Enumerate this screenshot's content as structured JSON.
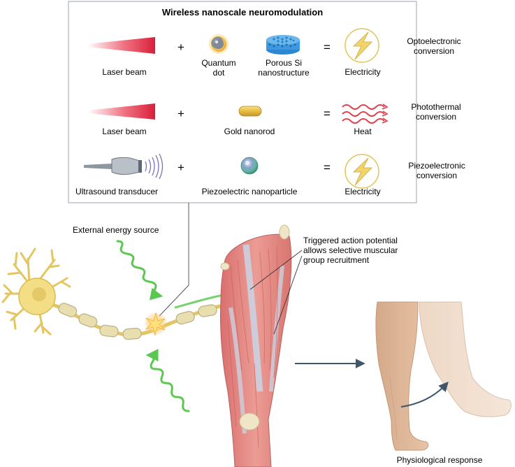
{
  "panel": {
    "title": "Wireless nanoscale neuromodulation",
    "operators": {
      "plus": "+",
      "equals": "="
    },
    "rows": [
      {
        "source": "Laser beam",
        "nano_a": [
          "Quantum",
          "dot"
        ],
        "nano_b": [
          "Porous Si",
          "nanostructure"
        ],
        "output": "Electricity",
        "conversion": [
          "Optoelectronic",
          "conversion"
        ]
      },
      {
        "source": "Laser beam",
        "nano_a": [
          "Gold nanorod"
        ],
        "output": "Heat",
        "conversion": [
          "Photothermal",
          "conversion"
        ]
      },
      {
        "source": "Ultrasound transducer",
        "nano_a": [
          "Piezoelectric nanoparticle"
        ],
        "output": "Electricity",
        "conversion": [
          "Piezoelectronic",
          "conversion"
        ]
      }
    ]
  },
  "labels": {
    "external_energy": "External energy source",
    "triggered": [
      "Triggered action potential",
      "allows selective muscular",
      "group recruitment"
    ],
    "physiological": "Physiological response"
  },
  "colors": {
    "laser": "#e8334a",
    "bolt": "#f2d46a",
    "heat_wave": "#e0414b",
    "wave_green": "#49c23e",
    "neuron": "#f3de86",
    "myelin": "#e9dfae",
    "muscle": "#e8908a",
    "skin": "#e2bca0",
    "panel_border": "#a9b3bc",
    "arrow": "#3f566b"
  },
  "icons": [
    "laser-beam-icon",
    "quantum-dot-icon",
    "porous-si-icon",
    "lightning-bolt-icon",
    "gold-nanorod-icon",
    "heat-wave-icon",
    "ultrasound-transducer-icon",
    "piezo-nanoparticle-icon",
    "neuron-icon",
    "spark-icon",
    "muscle-leg-icon",
    "walking-legs-icon"
  ]
}
